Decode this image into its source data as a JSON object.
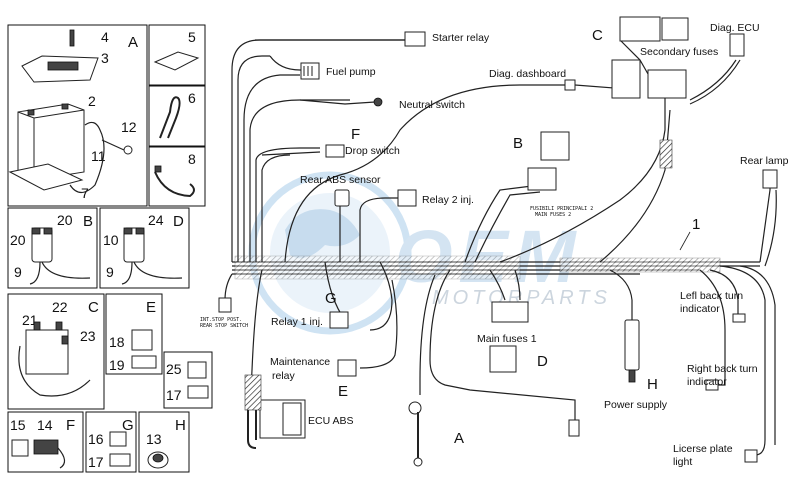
{
  "watermark": {
    "brand": "OEM",
    "sub": "MOTORPARTS"
  },
  "labels": {
    "starter_relay": "Starter relay",
    "fuel_pump": "Fuel pump",
    "neutral_switch": "Neutral switch",
    "drop_switch": "Drop switch",
    "rear_abs_sensor": "Rear ABS sensor",
    "relay2": "Relay 2 inj.",
    "relay1": "Relay 1 inj.",
    "maintenance_relay_1": "Maintenance",
    "maintenance_relay_2": "relay",
    "ecu_abs": "ECU ABS",
    "diag_ecu": "Diag. ECU",
    "secondary_fuses": "Secondary fuses",
    "diag_dashboard": "Diag. dashboard",
    "rear_lamp": "Rear lamp",
    "main_fuses_1": "Main fuses 1",
    "power_supply": "Power supply",
    "left_turn_1": "Lefl back turn",
    "left_turn_2": "indicator",
    "right_turn_1": "Right back turn",
    "right_turn_2": "indicator",
    "license_1": "Licerse plate",
    "license_2": "light",
    "fusibili_1": "FUSIBILI PRINCIPALI 2",
    "fusibili_2": "MAIN FUSES 2",
    "int_stop_1": "INT.STOP POST.",
    "int_stop_2": "REAR STOP SWITCH"
  },
  "letters": {
    "a_main": "A",
    "b_main": "B",
    "c_main": "C",
    "d_main": "D",
    "e_main": "E",
    "f_main": "F",
    "g_main": "G",
    "h_main": "H",
    "wire_1": "1"
  },
  "inset_labels": {
    "p1_letter": "A",
    "p1_n4": "4",
    "p1_n3": "3",
    "p1_n2": "2",
    "p1_n12": "12",
    "p1_n11": "11",
    "p1_n7": "7",
    "p5": "5",
    "p6": "6",
    "p8": "8",
    "p2_letter": "B",
    "p2_n20a": "20",
    "p2_n20b": "20",
    "p2_n9": "9",
    "p3_letter": "D",
    "p3_n24": "24",
    "p3_n10": "10",
    "p3_n9": "9",
    "p4_letter": "C",
    "p4_n22": "22",
    "p4_n21": "21",
    "p4_n23": "23",
    "p5e_letter": "E",
    "p5e_n18": "18",
    "p5e_n19": "19",
    "p6_n25": "25",
    "p6_n17": "17",
    "pf_letter": "F",
    "pf_n15": "15",
    "pf_n14": "14",
    "pg_letter": "G",
    "pg_n16": "16",
    "pg_n17": "17",
    "ph_letter": "H",
    "ph_n13": "13"
  }
}
